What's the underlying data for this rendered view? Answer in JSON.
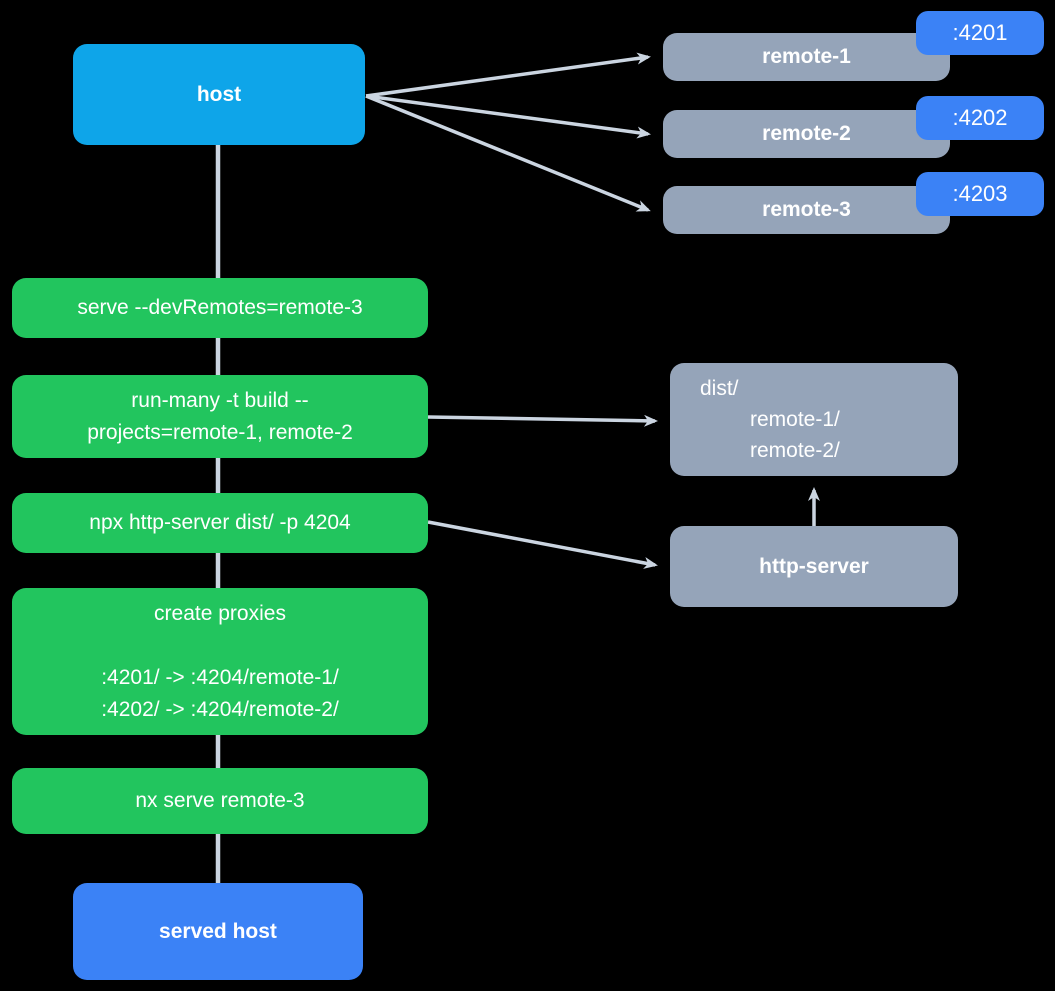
{
  "canvas": {
    "background": "#000000"
  },
  "colors": {
    "canvas_bg": "#000000",
    "host_blue": "#0ea5e9",
    "action_green": "#22c55e",
    "node_gray": "#95a4b9",
    "port_blue": "#3b82f6",
    "edge_gray": "#cbd5e1",
    "text_white": "#ffffff"
  },
  "host": {
    "label": "host"
  },
  "remotes": [
    {
      "label": "remote-1",
      "port": ":4201"
    },
    {
      "label": "remote-2",
      "port": ":4202"
    },
    {
      "label": "remote-3",
      "port": ":4203"
    }
  ],
  "steps": [
    {
      "lines": [
        "serve --devRemotes=remote-3"
      ]
    },
    {
      "lines": [
        "run-many -t build --",
        "projects=remote-1, remote-2"
      ]
    },
    {
      "lines": [
        "npx http-server dist/ -p 4204"
      ]
    },
    {
      "lines": [
        "create proxies",
        "",
        ":4201/ -> :4204/remote-1/",
        ":4202/ -> :4204/remote-2/"
      ]
    },
    {
      "lines": [
        "nx serve remote-3"
      ]
    }
  ],
  "dist_folder": {
    "lines": [
      "dist/",
      "remote-1/",
      "remote-2/"
    ]
  },
  "http_server": {
    "label": "http-server"
  },
  "served_host": {
    "label": "served host"
  }
}
